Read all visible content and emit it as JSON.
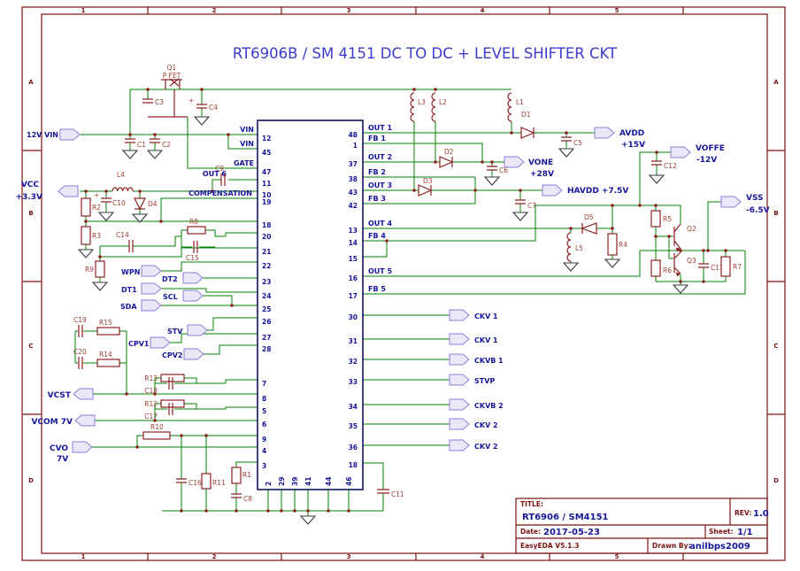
{
  "title": "RT6906B / SM 4151 DC TO DC + LEVEL SHIFTER CKT",
  "frame": {
    "cols": [
      "1",
      "2",
      "3",
      "4",
      "5"
    ],
    "rows": [
      "A",
      "B",
      "C",
      "D"
    ]
  },
  "ic": {
    "left": [
      "12",
      "45",
      "47",
      "11",
      "10",
      "19",
      "18",
      "20",
      "21",
      "22",
      "23",
      "24",
      "25",
      "26",
      "27",
      "28",
      "7",
      "8",
      "5",
      "6",
      "9",
      "4",
      "3"
    ],
    "right": [
      "48",
      "1",
      "37",
      "38",
      "43",
      "42",
      "13",
      "14",
      "15",
      "16",
      "17",
      "30",
      "31",
      "32",
      "33",
      "34",
      "35",
      "36",
      "18"
    ],
    "bottom": [
      "2",
      "29",
      "39",
      "41",
      "44",
      "46"
    ]
  },
  "net_labels": {
    "vin1": "VIN",
    "vin2": "VIN",
    "gate": "GATE",
    "out6": "OUT 6",
    "compensation": "COMPENSATION",
    "right": [
      "OUT 1",
      "FB 1",
      "OUT 2",
      "FB 2",
      "OUT 3",
      "FB 3",
      "OUT 4",
      "FB 4",
      "OUT 5",
      "FB 5"
    ]
  },
  "ports": {
    "p12v": "12V VIN",
    "vcc": "VCC",
    "vcc_v": "+3.3V",
    "wpn": "WPN",
    "dt2": "DT2",
    "dt1": "DT1",
    "scl": "SCL",
    "sda": "SDA",
    "stv": "STV",
    "cpv1": "CPV1",
    "cpv2": "CPV2",
    "vcst": "VCST",
    "vcom": "VCOM 7V",
    "cvo": "CVO",
    "cvo_v": "7V",
    "avdd": "AVDD",
    "avdd_v": "+15V",
    "vone": "VONE",
    "vone_v": "+28V",
    "havdd": "HAVDD +7.5V",
    "voffe": "VOFFE",
    "voffe_v": "-12V",
    "vss": "VSS",
    "vss_v": "-6.5V",
    "ckv": [
      "CKV 1",
      "CKV 1",
      "CKVB 1",
      "STVP",
      "CKVB 2",
      "CKV 2",
      "CKV 2"
    ]
  },
  "refdes": {
    "plus": "+",
    "q1": "Q1",
    "q1_type": "P FET",
    "q2": "Q2",
    "q3": "Q3",
    "c1": "C1",
    "c2": "C2",
    "c3": "C3",
    "c4": "C4",
    "c5": "C5",
    "c6": "C6",
    "c7": "C7",
    "c8": "C8",
    "c9": "C9",
    "c10": "C10",
    "c11": "C11",
    "c12": "C12",
    "c13": "C13",
    "c14": "C14",
    "c15": "C15",
    "c16": "C16",
    "c17": "C17",
    "c18": "C18",
    "c19": "C19",
    "c20": "C20",
    "r1": "R1",
    "r2": "R2",
    "r3": "R3",
    "r4": "R4",
    "r5": "R5",
    "r6": "R6",
    "r7": "R7",
    "r8": "R8",
    "r9": "R9",
    "r10": "R10",
    "r11": "R11",
    "r12": "R12",
    "r13": "R13",
    "r14": "R14",
    "r15": "R15",
    "l1": "L1",
    "l2": "L2",
    "l3": "L3",
    "l4": "L4",
    "l5": "L5",
    "d1": "D1",
    "d2": "D2",
    "d3": "D3",
    "d4": "D4",
    "d5": "D5"
  },
  "title_block": {
    "title_label": "TITLE:",
    "title_value": "RT6906 / SM4151",
    "rev_label": "REV:",
    "rev_value": "1.0",
    "date_label": "Date:",
    "date_value": "2017-05-23",
    "sheet_label": "Sheet:",
    "sheet_value": "1/1",
    "tool": "EasyEDA V5.1.3",
    "drawn_label": "Drawn By:",
    "drawn_value": "anilbps2009"
  },
  "colors": {
    "wire": "#008000",
    "component": "#8b2121",
    "text_navy": "#16169c",
    "frame": "#7a1212",
    "title_blue": "#3c3ccc",
    "port_fill": "#ece6f9",
    "port_stroke": "#8f7cd6"
  }
}
